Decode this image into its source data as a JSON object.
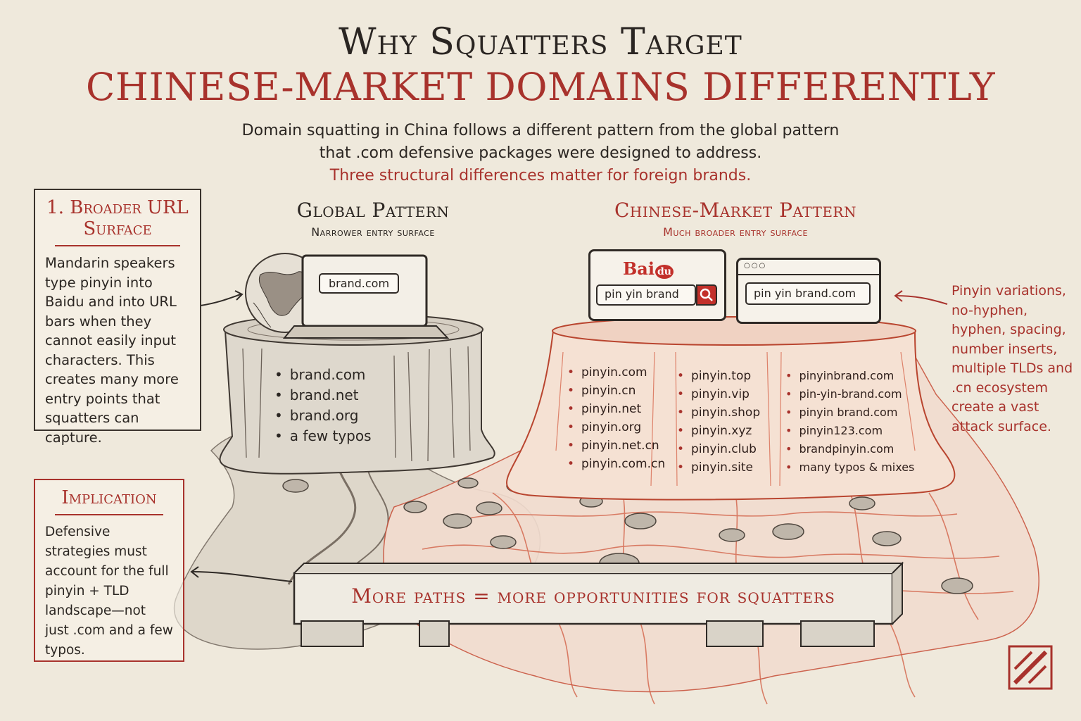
{
  "header": {
    "title_line1": "Why Squatters Target",
    "title_line2": "CHINESE-MARKET DOMAINS DIFFERENTLY",
    "subtitle_line1": "Domain squatting in China follows a different pattern from the global pattern",
    "subtitle_line2": "that .com defensive packages were designed to address.",
    "subtitle_line3": "Three structural differences matter for foreign brands."
  },
  "callout_broader": {
    "title_line1": "1. Broader URL",
    "title_line2": "Surface",
    "body": "Mandarin speakers type pinyin into Baidu and into URL bars when they cannot easily input characters. This creates many more entry points that squatters can capture."
  },
  "callout_implication": {
    "title": "Implication",
    "body": "Defensive strategies must account for the full pinyin + TLD landscape—not just .com and a few typos."
  },
  "global_pattern": {
    "title": "Global Pattern",
    "subtitle": "Narrower entry surface",
    "address_bar": "brand.com",
    "domains": [
      "brand.com",
      "brand.net",
      "brand.org",
      "a few typos"
    ]
  },
  "chinese_pattern": {
    "title": "Chinese-Market Pattern",
    "subtitle": "Much broader entry surface",
    "search_logo_left": "Bai",
    "search_logo_right": "du",
    "search_query": "pin yin brand",
    "url_bar": "pin yin brand.com",
    "domain_columns": [
      [
        "pinyin.com",
        "pinyin.cn",
        "pinyin.net",
        "pinyin.org",
        "pinyin.net.cn",
        "pinyin.com.cn"
      ],
      [
        "pinyin.top",
        "pinyin.vip",
        "pinyin.shop",
        "pinyin.xyz",
        "pinyin.club",
        "pinyin.site"
      ],
      [
        "pinyinbrand.com",
        "pin-yin-brand.com",
        "pinyin brand.com",
        "pinyin123.com",
        "brandpinyin.com",
        "many typos & mixes"
      ]
    ]
  },
  "side_note": "Pinyin variations, no-hyphen, hyphen, spacing, number inserts, multiple TLDs and .cn ecosystem create a vast attack surface.",
  "banner": "More paths = more opportunities for squatters",
  "colors": {
    "accent_red": "#a8322c",
    "ink": "#2b2622",
    "paper": "#efe9dc"
  },
  "icons": [
    "globe-icon",
    "laptop-icon",
    "search-magnifier-icon",
    "cursor-icon",
    "corner-logo-icon"
  ]
}
